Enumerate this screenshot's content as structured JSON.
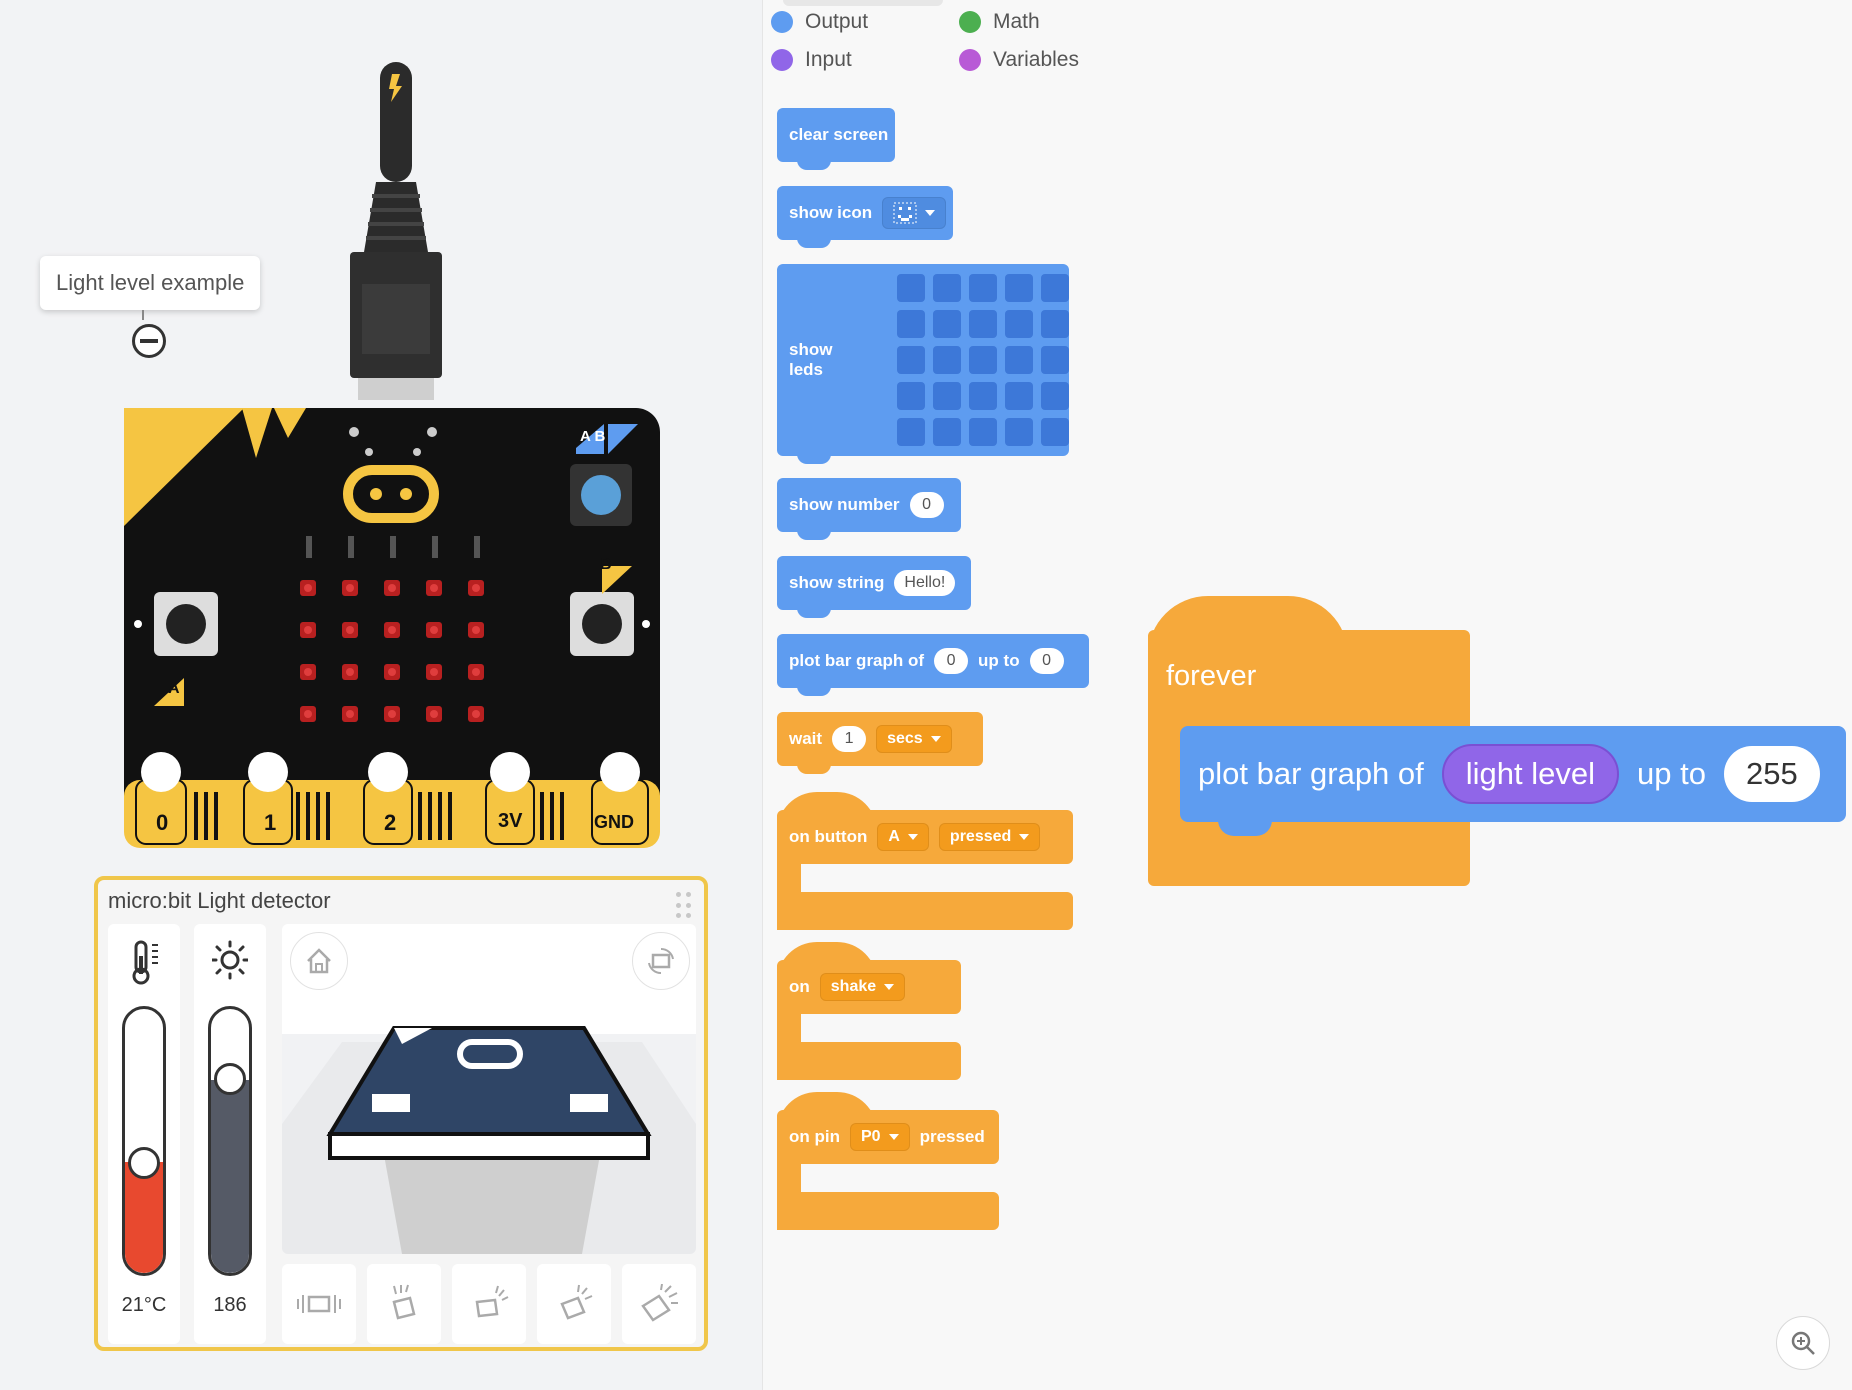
{
  "comment": {
    "text": "Light level example"
  },
  "board": {
    "pins": [
      "0",
      "1",
      "2",
      "3V",
      "GND"
    ],
    "button_a": "A",
    "button_b": "B",
    "ab_label": "A B"
  },
  "panel": {
    "title": "micro:bit Light detector",
    "temperature": {
      "value": "21°C",
      "level": 0.42,
      "icon": "thermometer-icon"
    },
    "light": {
      "value": "186",
      "level": 0.73,
      "icon": "sun-icon"
    }
  },
  "toolbox": {
    "categories": [
      {
        "label": "Output",
        "color": "#5e9cf0"
      },
      {
        "label": "Math",
        "color": "#4caf50"
      },
      {
        "label": "Input",
        "color": "#9066e8"
      },
      {
        "label": "Variables",
        "color": "#b85ad6"
      }
    ],
    "blocks": {
      "clear_screen": "clear screen",
      "show_icon": "show icon",
      "show_leds": "show leds",
      "show_number": "show number",
      "show_number_val": "0",
      "show_string": "show string",
      "show_string_val": "Hello!",
      "plot_bar": "plot bar graph of",
      "plot_bar_val1": "0",
      "plot_bar_upto": "up to",
      "plot_bar_val2": "0",
      "wait": "wait",
      "wait_val": "1",
      "wait_unit": "secs",
      "on_button": "on button",
      "on_button_dd": "A",
      "on_button_state": "pressed",
      "on": "on",
      "on_gesture": "shake",
      "on_pin": "on pin",
      "on_pin_dd": "P0",
      "on_pin_state": "pressed"
    }
  },
  "workspace": {
    "forever": "forever",
    "plot_label": "plot bar graph of",
    "reporter": "light level",
    "upto": "up to",
    "value": "255"
  },
  "colors": {
    "output_blue": "#5e9cf0",
    "event_orange": "#f6a93b",
    "input_purple": "#9066e8",
    "panel_border": "#f0c64a",
    "temperature_fill": "#e8492f",
    "light_fill": "#555a66"
  }
}
